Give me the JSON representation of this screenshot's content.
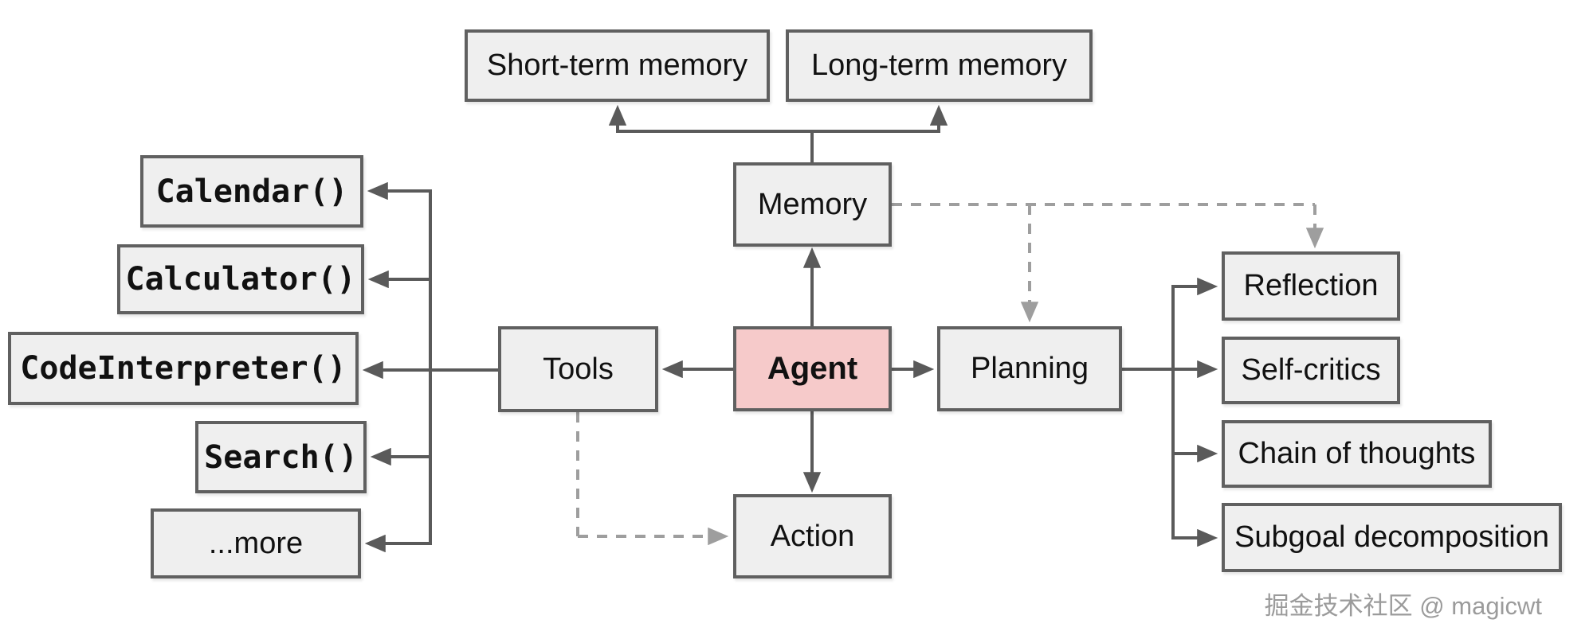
{
  "diagram": {
    "type": "flowchart",
    "description": "LLM-powered autonomous agent overview diagram"
  },
  "nodes": {
    "short_term_memory": {
      "label": "Short-term memory"
    },
    "long_term_memory": {
      "label": "Long-term memory"
    },
    "memory": {
      "label": "Memory"
    },
    "agent": {
      "label": "Agent"
    },
    "tools": {
      "label": "Tools"
    },
    "action": {
      "label": "Action"
    },
    "planning": {
      "label": "Planning"
    },
    "reflection": {
      "label": "Reflection"
    },
    "self_critics": {
      "label": "Self-critics"
    },
    "chain_of_thoughts": {
      "label": "Chain of thoughts"
    },
    "subgoal_decomposition": {
      "label": "Subgoal decomposition"
    },
    "calendar": {
      "label": "Calendar()"
    },
    "calculator": {
      "label": "Calculator()"
    },
    "code_interpreter": {
      "label": "CodeInterpreter()"
    },
    "search": {
      "label": "Search()"
    },
    "more": {
      "label": "...more"
    }
  },
  "edges": {
    "solid": [
      {
        "from": "Agent",
        "to": "Memory"
      },
      {
        "from": "Agent",
        "to": "Tools"
      },
      {
        "from": "Agent",
        "to": "Planning"
      },
      {
        "from": "Agent",
        "to": "Action"
      },
      {
        "from": "Memory",
        "to": "Short-term memory"
      },
      {
        "from": "Memory",
        "to": "Long-term memory"
      },
      {
        "from": "Tools",
        "to": "Calendar()"
      },
      {
        "from": "Tools",
        "to": "Calculator()"
      },
      {
        "from": "Tools",
        "to": "CodeInterpreter()"
      },
      {
        "from": "Tools",
        "to": "Search()"
      },
      {
        "from": "Tools",
        "to": "...more"
      },
      {
        "from": "Planning",
        "to": "Reflection"
      },
      {
        "from": "Planning",
        "to": "Self-critics"
      },
      {
        "from": "Planning",
        "to": "Chain of thoughts"
      },
      {
        "from": "Planning",
        "to": "Subgoal decomposition"
      }
    ],
    "dashed": [
      {
        "from": "Memory",
        "to": "Planning"
      },
      {
        "from": "Memory",
        "to": "Reflection"
      },
      {
        "from": "Tools",
        "to": "Action"
      }
    ]
  },
  "colors": {
    "node_fill": "#efefef",
    "node_border": "#606060",
    "agent_fill": "#f6caca",
    "solid_line": "#5a5a5a",
    "dashed_line": "#9e9e9e",
    "text": "#111111",
    "watermark_text": "#9b9b9b"
  },
  "watermark": {
    "text": "掘金技术社区 @ magicwt"
  }
}
